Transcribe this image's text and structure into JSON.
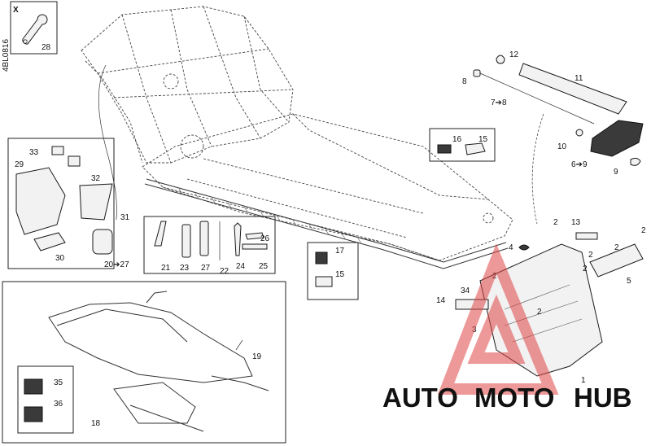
{
  "diagram": {
    "ref_code": "4BL0816",
    "kit_marker": "X",
    "callouts": {
      "c28": "28",
      "c12": "12",
      "c11": "11",
      "c8": "8",
      "c7_8": "7➔8",
      "c16": "16",
      "c15a": "15",
      "c10": "10",
      "c6_9": "6➔9",
      "c9": "9",
      "c33": "33",
      "c29": "29",
      "c32": "32",
      "c31": "31",
      "c30": "30",
      "c20_27": "20➔27",
      "c21": "21",
      "c23": "23",
      "c27": "27",
      "c22": "22",
      "c24": "24",
      "c26": "26",
      "c25": "25",
      "c17": "17",
      "c15b": "15",
      "c13": "13",
      "c2a": "2",
      "c2b": "2",
      "c2c": "2",
      "c2d": "2",
      "c2e": "2",
      "c2f": "2",
      "c2g": "2",
      "c4": "4",
      "c5": "5",
      "c34": "34",
      "c14": "14",
      "c3": "3",
      "c1": "1",
      "c19": "19",
      "c18": "18",
      "c35": "35",
      "c36": "36"
    }
  },
  "watermark": {
    "auto": "AUTO",
    "moto": "MOTO",
    "hub": "HUB",
    "colors": {
      "auto": "#f0b34a",
      "moto": "#ef6a5a",
      "hub": "#7a7a7a",
      "triangle": "#e04545"
    }
  }
}
